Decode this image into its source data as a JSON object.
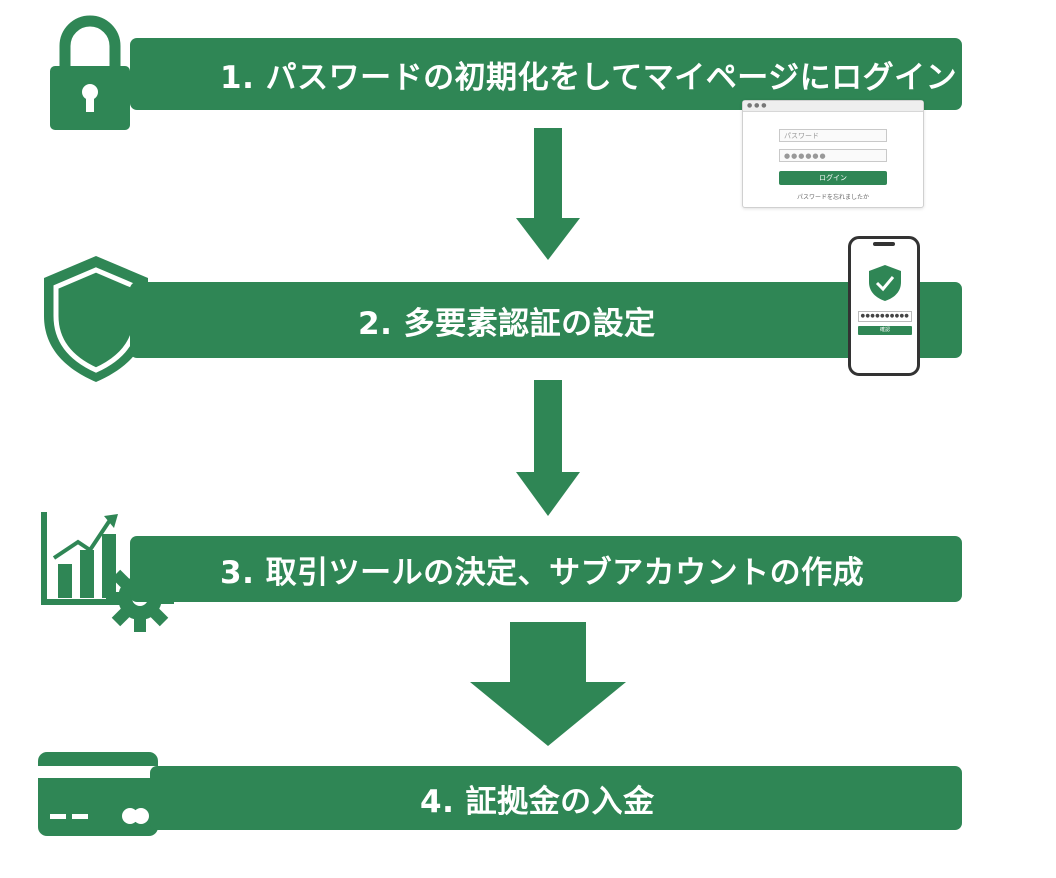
{
  "steps": [
    {
      "label": "1. パスワードの初期化をしてマイページにログイン",
      "icon": "lock-icon"
    },
    {
      "label": "2. 多要素認証の設定",
      "icon": "shield-icon"
    },
    {
      "label": "3. 取引ツールの決定、サブアカウントの作成",
      "icon": "chart-gear-icon"
    },
    {
      "label": "4. 証拠金の入金",
      "icon": "credit-card-icon"
    }
  ],
  "login_mockup": {
    "password_placeholder": "パスワード",
    "password_value": "●●●●●●",
    "login_button": "ログイン",
    "footer_text": "パスワードを忘れましたか"
  },
  "phone_mockup": {
    "code_value": "●●●●●●●●●●",
    "confirm_button": "確認"
  },
  "colors": {
    "primary_green": "#2f8655",
    "background": "#ffffff"
  }
}
